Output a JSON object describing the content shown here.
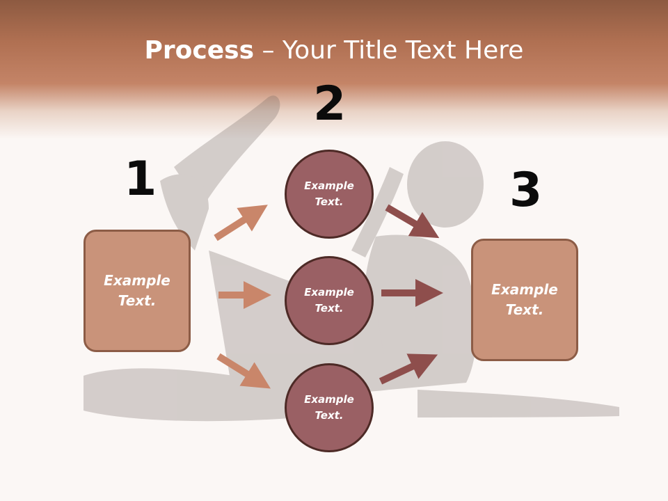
{
  "slide": {
    "title_bold": "Process",
    "title_rest": " – Your Title Text Here"
  },
  "steps": {
    "one": "1",
    "two": "2",
    "three": "3"
  },
  "left_box": {
    "label_line1": "Example",
    "label_line2": "Text."
  },
  "right_box": {
    "label_line1": "Example",
    "label_line2": "Text."
  },
  "circles": [
    {
      "label_line1": "Example",
      "label_line2": "Text."
    },
    {
      "label_line1": "Example",
      "label_line2": "Text."
    },
    {
      "label_line1": "Example",
      "label_line2": "Text."
    }
  ],
  "colors": {
    "header": "#b07052",
    "box_fill": "#c9937a",
    "circle_fill": "#9a6064",
    "arrow_light": "#c9866a",
    "arrow_dark": "#8e4e4c"
  }
}
